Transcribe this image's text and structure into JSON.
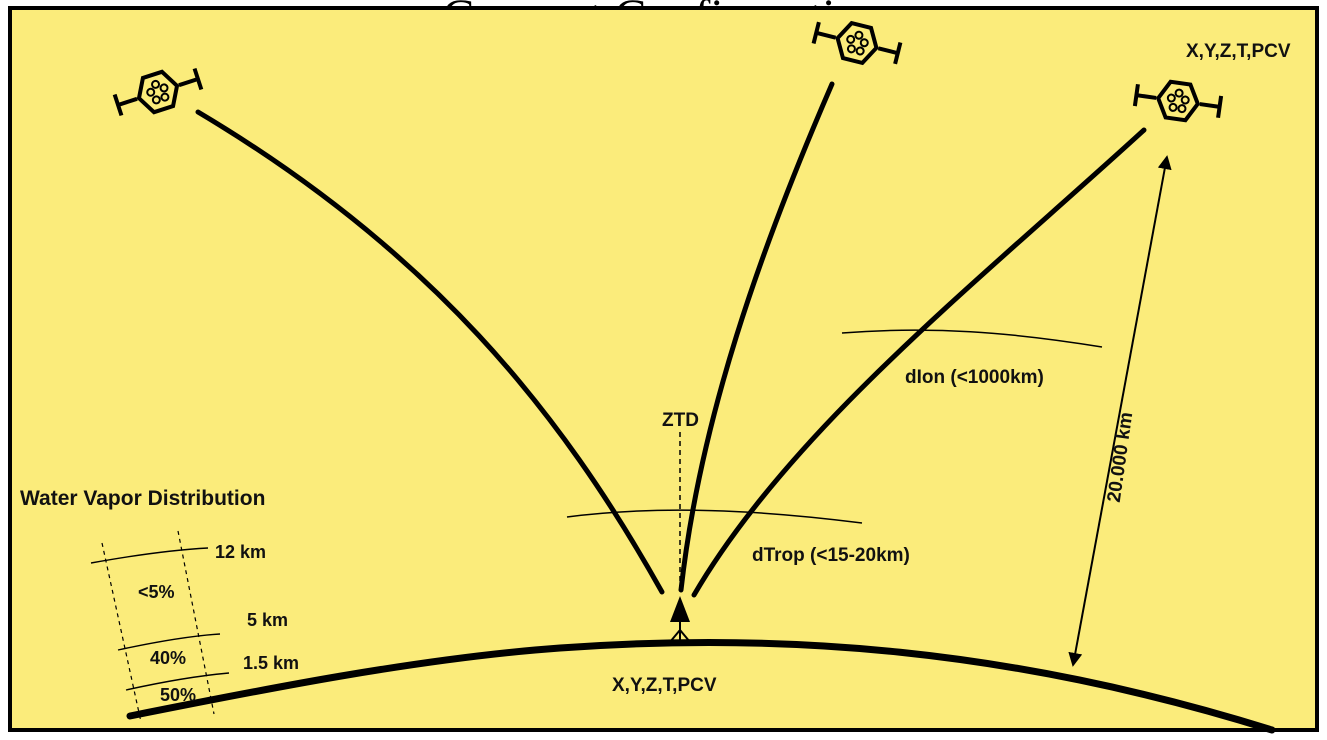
{
  "colors": {
    "background": "#fbec7b",
    "frame": "#000000",
    "line": "#000000",
    "text": "#111111"
  },
  "header_fragment": {
    "text": "Concept Configuration"
  },
  "satellites": [
    {
      "icon": "satellite-icon"
    },
    {
      "icon": "satellite-icon"
    },
    {
      "icon": "satellite-icon"
    }
  ],
  "labels": {
    "satellite_params": "X,Y,Z,T,PCV",
    "receiver_params": "X,Y,Z,T,PCV",
    "ztd": "ZTD",
    "dion": "dIon (<1000km)",
    "dtrop": "dTrop (<15-20km)",
    "distance": "20.000 km"
  },
  "water_vapor": {
    "title": "Water Vapor Distribution",
    "layers": [
      {
        "height": "12 km",
        "share": "<5%"
      },
      {
        "height": "5 km",
        "share": "40%"
      },
      {
        "height": "1.5 km",
        "share": "50%"
      }
    ]
  }
}
